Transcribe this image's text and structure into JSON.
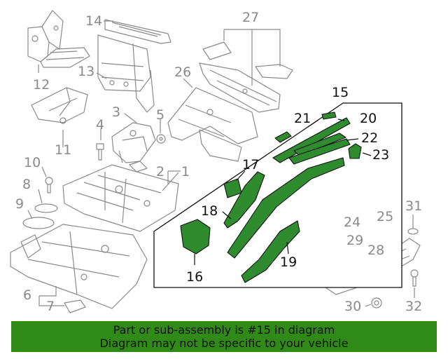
{
  "callouts": {
    "c1": "1",
    "c2": "2",
    "c3": "3",
    "c4": "4",
    "c5": "5",
    "c6": "6",
    "c7": "7",
    "c8": "8",
    "c9": "9",
    "c10": "10",
    "c11": "11",
    "c12": "12",
    "c13": "13",
    "c14": "14",
    "c15": "15",
    "c16": "16",
    "c17": "17",
    "c18": "18",
    "c19": "19",
    "c20": "20",
    "c21": "21",
    "c22": "22",
    "c23": "23",
    "c24": "24",
    "c25": "25",
    "c26": "26",
    "c27": "27",
    "c28": "28",
    "c29": "29",
    "c30": "30",
    "c31": "31",
    "c32": "32"
  },
  "footer": {
    "line1": "Part or sub-assembly is #15 in diagram",
    "line2": "Diagram may not be specific to your vehicle"
  },
  "colors": {
    "highlight_fill": "#2e8b2e",
    "footer_bg": "#2f8a17",
    "line_grey": "#8a8a8a",
    "outline_dark": "#111111"
  }
}
